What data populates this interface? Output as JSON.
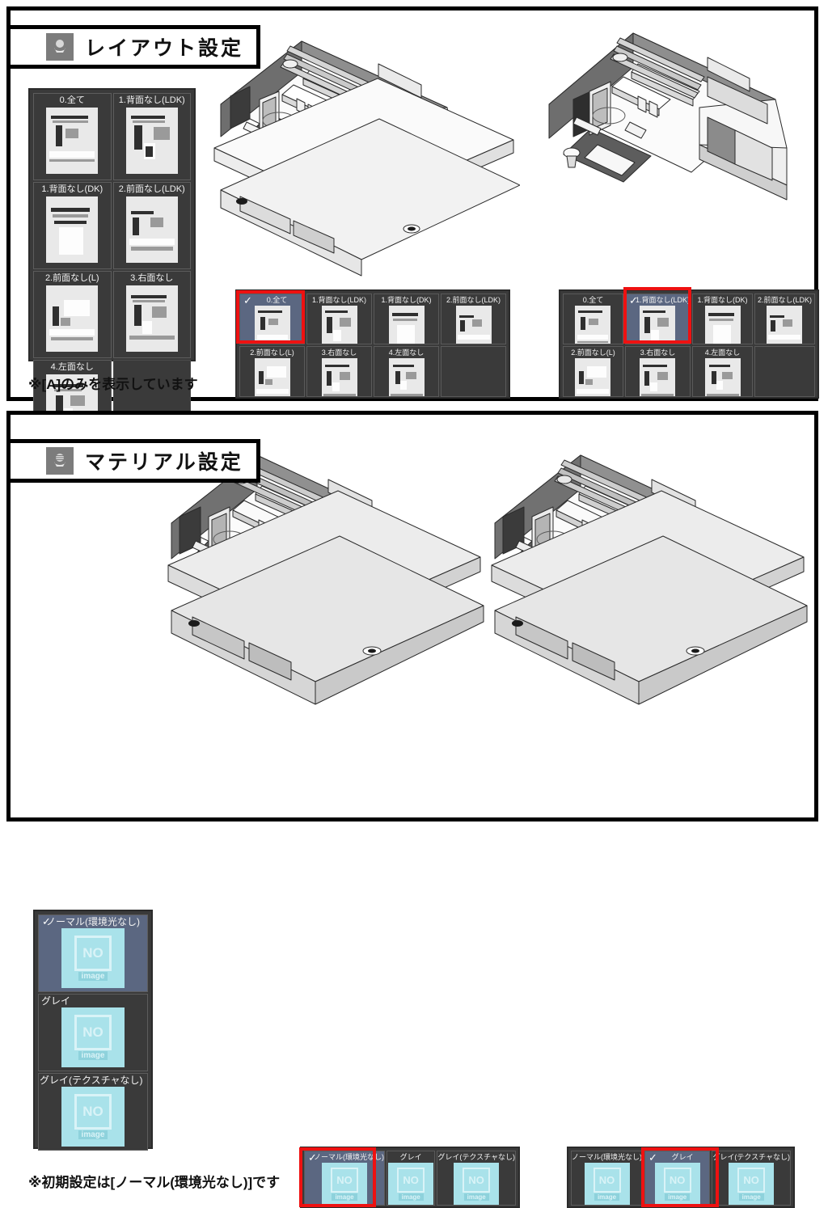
{
  "sections": [
    {
      "id": "layout",
      "icon": "hand-sphere-icon",
      "title": "レイアウト設定",
      "note": "※[A]のみを表示しています",
      "palette_items": [
        {
          "label": "0.全て"
        },
        {
          "label": "1.背面なし(LDK)"
        },
        {
          "label": "1.背面なし(DK)"
        },
        {
          "label": "2.前面なし(LDK)"
        },
        {
          "label": "2.前面なし(L)"
        },
        {
          "label": "3.右面なし"
        },
        {
          "label": "4.左面なし"
        }
      ],
      "strips": [
        {
          "id": "layout-strip-a",
          "selected_index": 0,
          "items": [
            {
              "label": "0.全て"
            },
            {
              "label": "1.背面なし(LDK)"
            },
            {
              "label": "1.背面なし(DK)"
            },
            {
              "label": "2.前面なし(LDK)"
            },
            {
              "label": "2.前面なし(L)"
            },
            {
              "label": "3.右面なし"
            },
            {
              "label": "4.左面なし"
            }
          ]
        },
        {
          "id": "layout-strip-b",
          "selected_index": 1,
          "items": [
            {
              "label": "0.全て"
            },
            {
              "label": "1.背面なし(LDK)"
            },
            {
              "label": "1.背面なし(DK)"
            },
            {
              "label": "2.前面なし(LDK)"
            },
            {
              "label": "2.前面なし(L)"
            },
            {
              "label": "3.右面なし"
            },
            {
              "label": "4.左面なし"
            }
          ]
        }
      ]
    },
    {
      "id": "material",
      "icon": "hand-textured-sphere-icon",
      "title": "マテリアル設定",
      "note": "※初期設定は[ノーマル(環境光なし)]です",
      "palette_items": [
        {
          "label": "ノーマル(環境光なし)"
        },
        {
          "label": "グレイ"
        },
        {
          "label": "グレイ(テクスチャなし)"
        }
      ],
      "palette_selected_index": 0,
      "strips": [
        {
          "id": "material-strip-a",
          "selected_index": 0,
          "items": [
            {
              "label": "ノーマル(環境光なし)"
            },
            {
              "label": "グレイ"
            },
            {
              "label": "グレイ(テクスチャなし)"
            }
          ]
        },
        {
          "id": "material-strip-b",
          "selected_index": 1,
          "items": [
            {
              "label": "ノーマル(環境光なし)"
            },
            {
              "label": "グレイ"
            },
            {
              "label": "グレイ(テクスチャなし)"
            }
          ]
        }
      ]
    }
  ],
  "thumbnail_placeholder": {
    "main_text": "NO",
    "sub_text": "image"
  },
  "checkmark": "✓",
  "colors": {
    "selection_blue": "#5b6781",
    "highlight_red": "#ee1111",
    "panel_dark": "#3a3a3a",
    "noimage_cyan": "#a9e2ea"
  },
  "renders": [
    {
      "id": "layout-render-left",
      "caption": ""
    },
    {
      "id": "layout-render-right",
      "caption": ""
    },
    {
      "id": "material-render-left",
      "caption": ""
    },
    {
      "id": "material-render-right",
      "caption": ""
    }
  ]
}
